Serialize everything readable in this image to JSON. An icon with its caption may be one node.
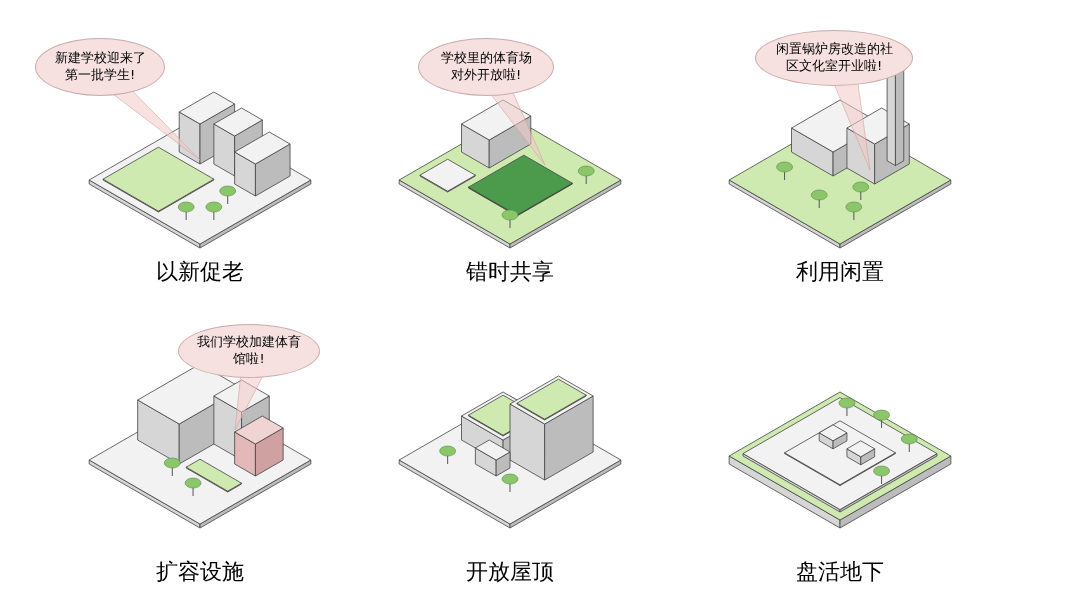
{
  "diagram": {
    "nodes": [
      {
        "text": [
          "新建学校迎来了第一批学生!"
        ]
      },
      {
        "text": [
          "学校里的体育场对外开放啦!"
        ]
      },
      {
        "text": [
          "闲置锅炉房改造的社区文化室开业啦!"
        ]
      },
      {
        "text": [
          "我们学校加建体育馆啦!"
        ]
      }
    ],
    "labels": [
      "以新促老",
      "错时共享",
      "利用闲置",
      "扩容设施",
      "开放屋顶",
      "盘活地下"
    ]
  }
}
